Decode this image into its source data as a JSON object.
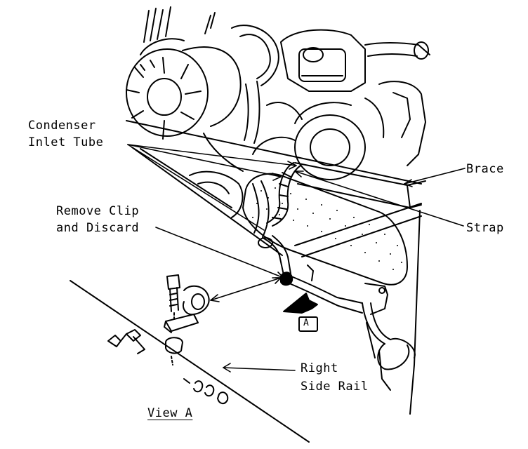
{
  "labels": {
    "condenser_inlet_tube_1": "Condenser",
    "condenser_inlet_tube_2": "Inlet Tube",
    "remove_clip_1": "Remove Clip",
    "remove_clip_2": "and Discard",
    "brace": "Brace",
    "strap": "Strap",
    "right_side_rail_1": "Right",
    "right_side_rail_2": "Side Rail",
    "view": "View A"
  },
  "callout_marker": "A",
  "colors": {
    "ink": "#000000",
    "paper": "#ffffff"
  }
}
